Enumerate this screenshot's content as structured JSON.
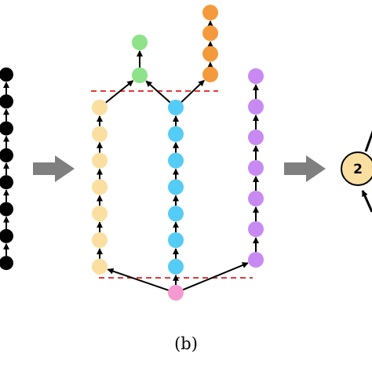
{
  "caption": "(b)",
  "colors": {
    "black": "#000000",
    "yellow": "#FADFA0",
    "blue": "#55CCF5",
    "purple": "#C88AF2",
    "green": "#8DE28A",
    "orange": "#F59A3C",
    "pink": "#F59AD0",
    "arrow": "#7F7F7F",
    "cut": "#E03A3A"
  },
  "chains": [
    {
      "name": "black-chain",
      "color": "black",
      "count": 8
    },
    {
      "name": "yellow-chain",
      "color": "yellow",
      "count": 7
    },
    {
      "name": "blue-chain",
      "color": "blue",
      "count": 7
    },
    {
      "name": "purple-chain",
      "color": "purple",
      "count": 7
    },
    {
      "name": "green-chain",
      "color": "green",
      "count": 2
    },
    {
      "name": "orange-chain",
      "color": "orange",
      "count": 4
    }
  ],
  "root_node": {
    "color": "pink"
  },
  "merged_node": {
    "label": "2",
    "color": "yellow"
  }
}
